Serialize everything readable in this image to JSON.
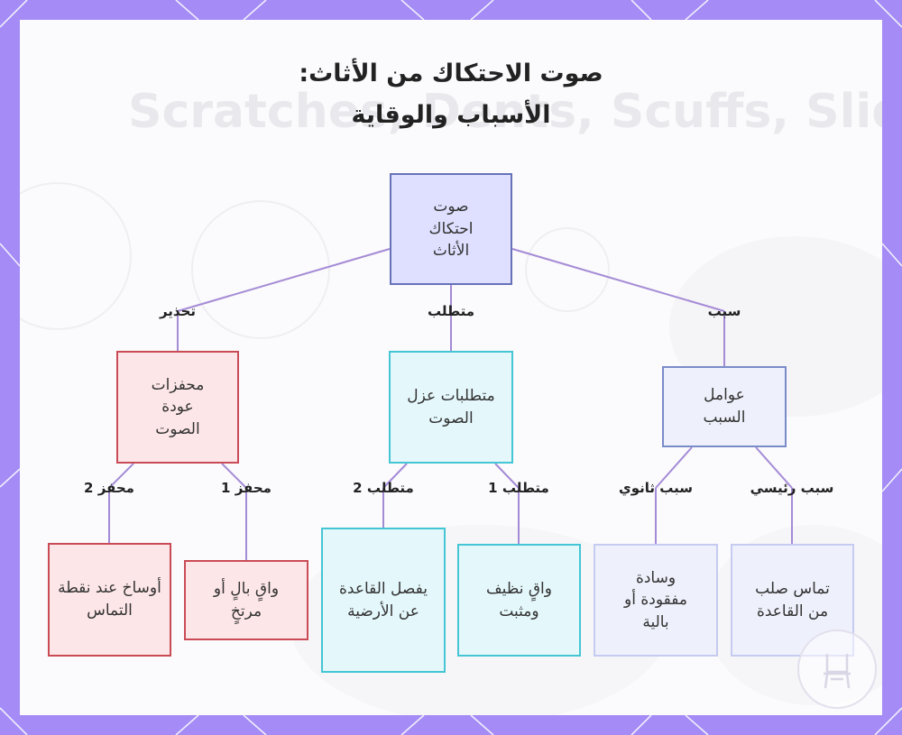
{
  "title": {
    "line1": "صوت الاحتكاك من الأثاث:",
    "line2": "الأسباب والوقاية"
  },
  "background_text": {
    "headline": "Scratches, Dents, Scuffs, Sliding"
  },
  "nodes": {
    "root": "صوت احتكاك الأثاث",
    "warnings": "محفزات عودة الصوت",
    "requirements": "متطلبات عزل الصوت",
    "causes": "عوامل السبب",
    "trigger2": "أوساخ عند نقطة التماس",
    "trigger1": "واقٍ بالٍ أو مرتخٍ",
    "req2": "يفصل القاعدة عن الأرضية",
    "req1": "واقٍ نظيف ومثبت",
    "secondary": "وسادة مفقودة أو بالية",
    "primary": "تماس صلب من القاعدة"
  },
  "edge_labels": {
    "warn": "تحذير",
    "require": "متطلب",
    "cause": "سبب",
    "trigger2": "محفز 2",
    "trigger1": "محفز 1",
    "req2": "متطلب 2",
    "req1": "متطلب 1",
    "secondary": "سبب ثانوي",
    "primary": "سبب رئيسي"
  },
  "colors": {
    "frame": "#a48bf5",
    "edge": "#a48bd6",
    "root": "#6672b8",
    "warning": "#c94b56",
    "requirement": "#45c6d4",
    "cause": "#7a8cc8"
  },
  "icons": [
    "chair-badge-icon"
  ]
}
